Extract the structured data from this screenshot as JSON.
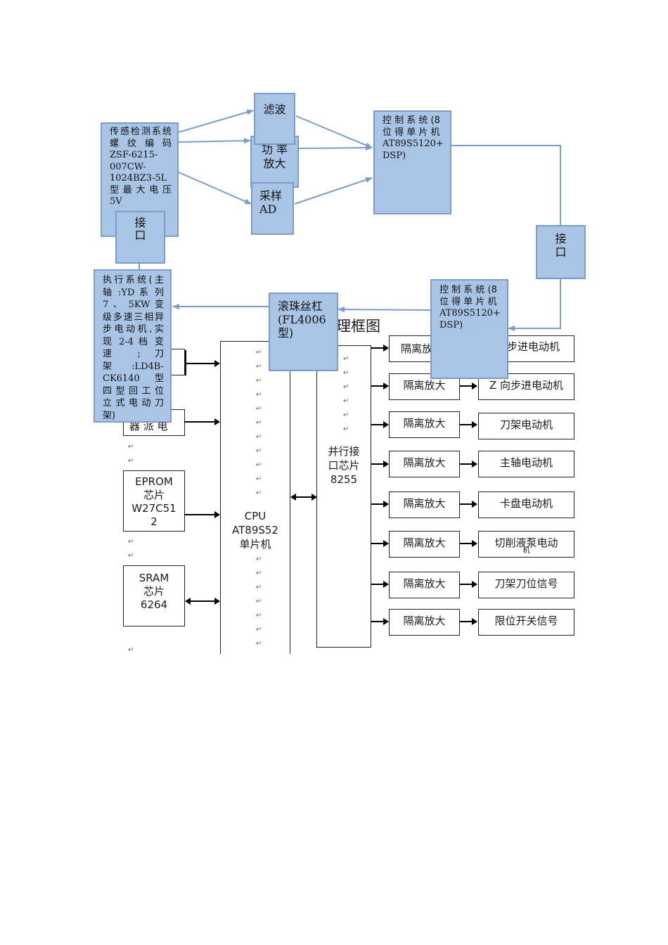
{
  "background_diagram": {
    "title_fragment": "理框图",
    "cpu": {
      "line1": "CPU",
      "line2": "AT89S52",
      "line3": "单片机"
    },
    "parallel_chip": {
      "line1": "并行接",
      "line2": "口芯片",
      "line3": "8255"
    },
    "eprom": {
      "line1": "EPROM",
      "line2": "芯片",
      "line3": "W27C51",
      "line4": "2"
    },
    "sram": {
      "line1": "SRAM",
      "line2": "芯片",
      "line3": "6264"
    },
    "partial_left_box": "器 派 电",
    "isolation_amp": "隔离放大",
    "isolation_amp_partial": "隔离放",
    "outputs": [
      "步进电动机",
      "Z 向步进电动机",
      "刀架电动机",
      "主轴电动机",
      "卡盘电动机",
      "切削液泵电动",
      "刀架刀位信号",
      "限位开关信号"
    ],
    "output_partial_tail": "机",
    "para_mark": "↵"
  },
  "overlay_diagram": {
    "filter": "滤波",
    "power_amp": {
      "line1": "功 率",
      "line2": "放大"
    },
    "sample_ad": {
      "line1": "采样",
      "line2": "AD"
    },
    "sensor": {
      "line1": "传感检测系统",
      "line2": "螺 纹 编 码",
      "line3": "ZSF-6215-",
      "line4": "007CW-",
      "line5": "1024BZ3-5L",
      "line6": "型 最 大 电 压",
      "line7": "5V"
    },
    "interface_left": {
      "line1": "接",
      "line2": "口"
    },
    "interface_right": {
      "line1": "接",
      "line2": "口"
    },
    "control_top": {
      "line1": "控 制 系 统 (8",
      "line2": "位 得 单 片 机",
      "line3": "AT89S5120+",
      "line4": "DSP)"
    },
    "control_bottom": {
      "line1": "控 制 系 统 (8",
      "line2": "位 得 单 片 机",
      "line3": "AT89S5120+",
      "line4": "DSP)"
    },
    "ball_screw": {
      "line1": "滚珠丝杠",
      "line2": "(FL4006",
      "line3": "型)"
    },
    "executor": {
      "line1": "执行系统(主",
      "line2": "轴 :YD 系 列",
      "line3": "7 、 5KW 变",
      "line4": "级多速三相异",
      "line5": "步电动机,实",
      "line6": "现 2-4 档 变",
      "line7": "速 ; 刀",
      "line8": "架 :LD4B-",
      "line9": "CK6140 型",
      "line10": "四型回工位",
      "line11": "立式电动刀",
      "line12": "架)"
    }
  },
  "colors": {
    "box_fill": "#a9c4e4",
    "box_border": "#7b9cc9",
    "arrow": "#7b9cc9",
    "line": "#000000"
  }
}
